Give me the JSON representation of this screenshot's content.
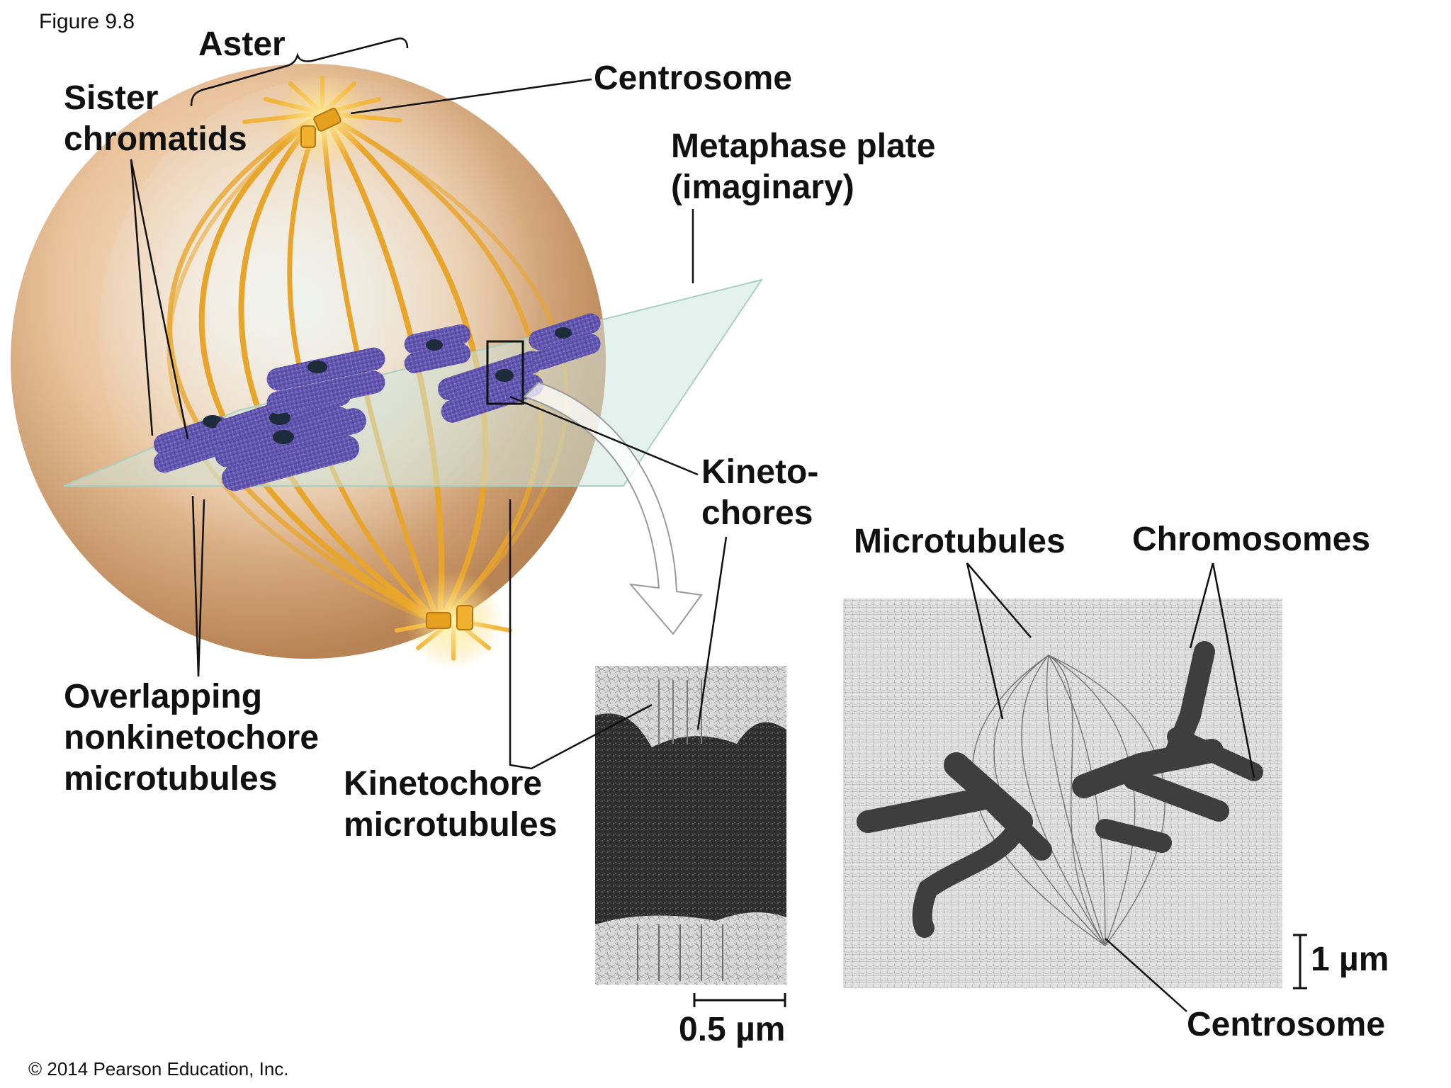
{
  "figure_label": "Figure 9.8",
  "copyright": "© 2014 Pearson Education, Inc.",
  "labels": {
    "aster": "Aster",
    "sister_chromatids": [
      "Sister",
      "chromatids"
    ],
    "centrosome_top": "Centrosome",
    "metaphase_plate": [
      "Metaphase plate",
      "(imaginary)"
    ],
    "kinetochores": [
      "Kineto-",
      "chores"
    ],
    "overlapping_nonkinetochore": [
      "Overlapping",
      "nonkinetochore",
      "microtubules"
    ],
    "kinetochore_microtubules": [
      "Kinetochore",
      "microtubules"
    ],
    "microtubules": "Microtubules",
    "chromosomes": "Chromosomes",
    "centrosome_bottom": "Centrosome",
    "scale_small": "0.5 µm",
    "scale_large": "1 µm"
  },
  "colors": {
    "cell": "#d9a978",
    "fibers": "#e6a22a",
    "chromosomes": "#5b4fa6",
    "plate": "#cfe6dc",
    "micrograph_dark": "#2a2a2a",
    "micrograph_light": "#dcdcdc"
  }
}
